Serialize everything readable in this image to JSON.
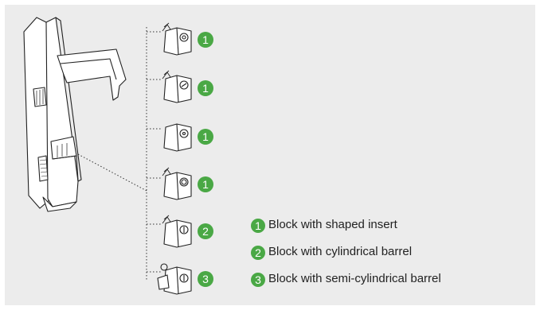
{
  "colors": {
    "background": "#ececec",
    "badge": "#4aa845",
    "line": "#222222"
  },
  "blocks": [
    {
      "badge": "1",
      "variant": "shaped-insert"
    },
    {
      "badge": "1",
      "variant": "shaped-insert"
    },
    {
      "badge": "1",
      "variant": "shaped-insert"
    },
    {
      "badge": "1",
      "variant": "shaped-insert"
    },
    {
      "badge": "2",
      "variant": "cylindrical-barrel"
    },
    {
      "badge": "3",
      "variant": "semi-cylindrical-barrel"
    }
  ],
  "legend": [
    {
      "num": "1",
      "label": "Block with shaped insert"
    },
    {
      "num": "2",
      "label": "Block with cylindrical barrel"
    },
    {
      "num": "3",
      "label": "Block with semi-cylindrical barrel"
    }
  ]
}
